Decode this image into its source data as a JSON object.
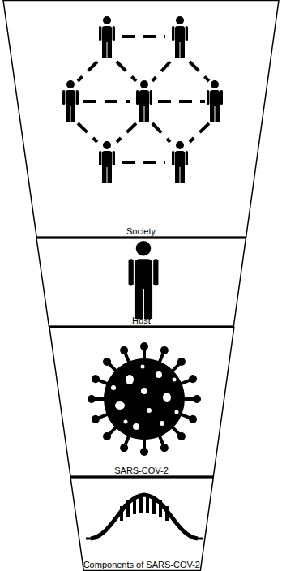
{
  "diagram": {
    "nodes": [
      {
        "text": [
          "Society"
        ]
      },
      {
        "text": [
          "Host"
        ]
      },
      {
        "text": [
          "SARS-COV-2"
        ]
      },
      {
        "text": [
          "Components of SARS-COV-2"
        ]
      }
    ]
  }
}
